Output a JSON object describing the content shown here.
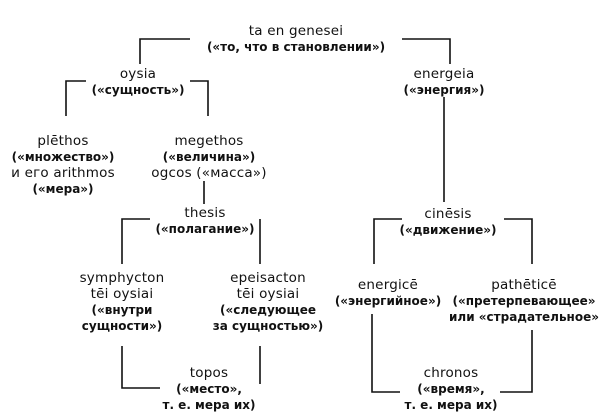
{
  "nodes": {
    "ta_en_genesei": [
      "ta en genesei",
      "(«то, что в становлении»)"
    ],
    "oysia": [
      "oysia",
      "(«сущность»)"
    ],
    "energeia": [
      "energeia",
      "(«энергия»)"
    ],
    "plethos": [
      "plēthos",
      "(«множество»)",
      "и его arithmos",
      "(«мера»)"
    ],
    "megethos": [
      "megethos",
      "(«величина»)",
      "ogcos («масса»)"
    ],
    "thesis": [
      "thesis",
      "(«полагание»)"
    ],
    "cinesis": [
      "cinēsis",
      "(«движение»)"
    ],
    "symphycton": [
      "symphycton",
      "tēi oysiai",
      "(«внутри",
      "сущности»)"
    ],
    "epeisacton": [
      "epeisacton",
      "tēi oysiai",
      "(«следующее",
      "за сущностью»)"
    ],
    "energice": [
      "energicē",
      "(«энергийное»)"
    ],
    "patheticē": [
      "pathēticē",
      "(«претерпевающее»",
      "или «страдательное»)"
    ],
    "topos": [
      "topos",
      "(«место»,",
      "т. е. мера их)"
    ],
    "chronos": [
      "chronos",
      "(«время»,",
      "т. е. мера их)"
    ]
  }
}
